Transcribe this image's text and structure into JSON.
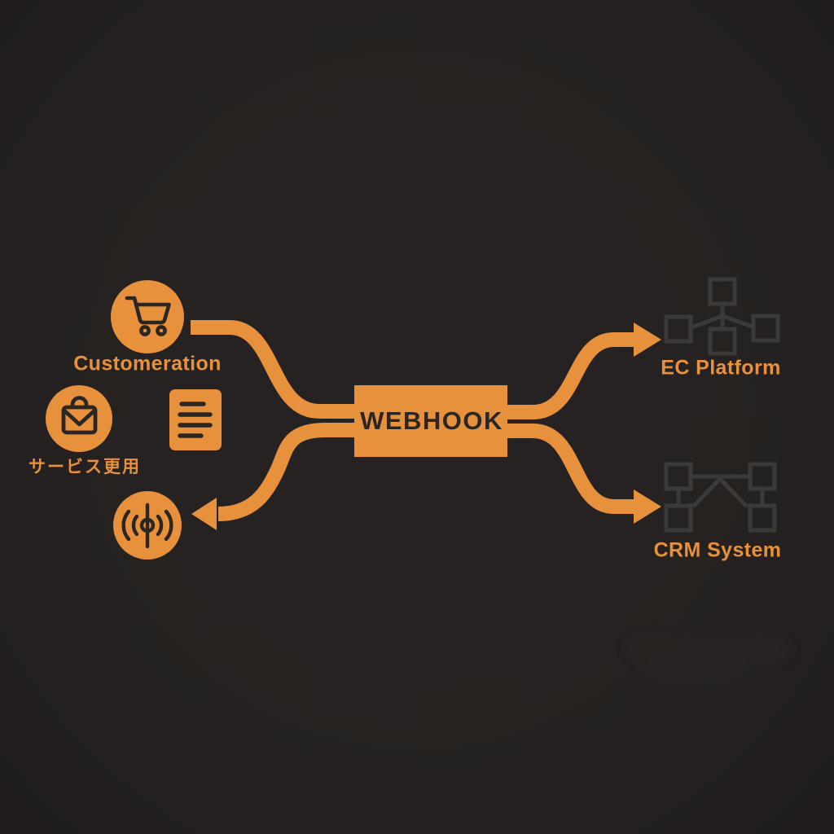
{
  "colors": {
    "background": "#252221",
    "accent_orange": "#E8913C",
    "glyph_ink": "#2B2622",
    "muted_gray_network": "#3C3A38"
  },
  "diagram": {
    "nodes": {
      "customeration": {
        "label": "Customeration",
        "icon": "shopping-cart-icon"
      },
      "service_usage": {
        "label": "サービス更用",
        "icon": "briefcase-icon"
      },
      "document": {
        "icon": "document-icon"
      },
      "broadcast": {
        "icon": "broadcast-icon"
      },
      "webhook": {
        "label": "WEBHOOK"
      },
      "ec_platform": {
        "label": "EC Platform",
        "icon": "network-hub-icon"
      },
      "crm_system": {
        "label": "CRM System",
        "icon": "network-mesh-icon"
      }
    },
    "flows": [
      {
        "from": "customeration",
        "to": "webhook"
      },
      {
        "from": "webhook",
        "to": "broadcast"
      },
      {
        "from": "webhook",
        "to": "ec_platform"
      },
      {
        "from": "webhook",
        "to": "crm_system"
      }
    ]
  }
}
